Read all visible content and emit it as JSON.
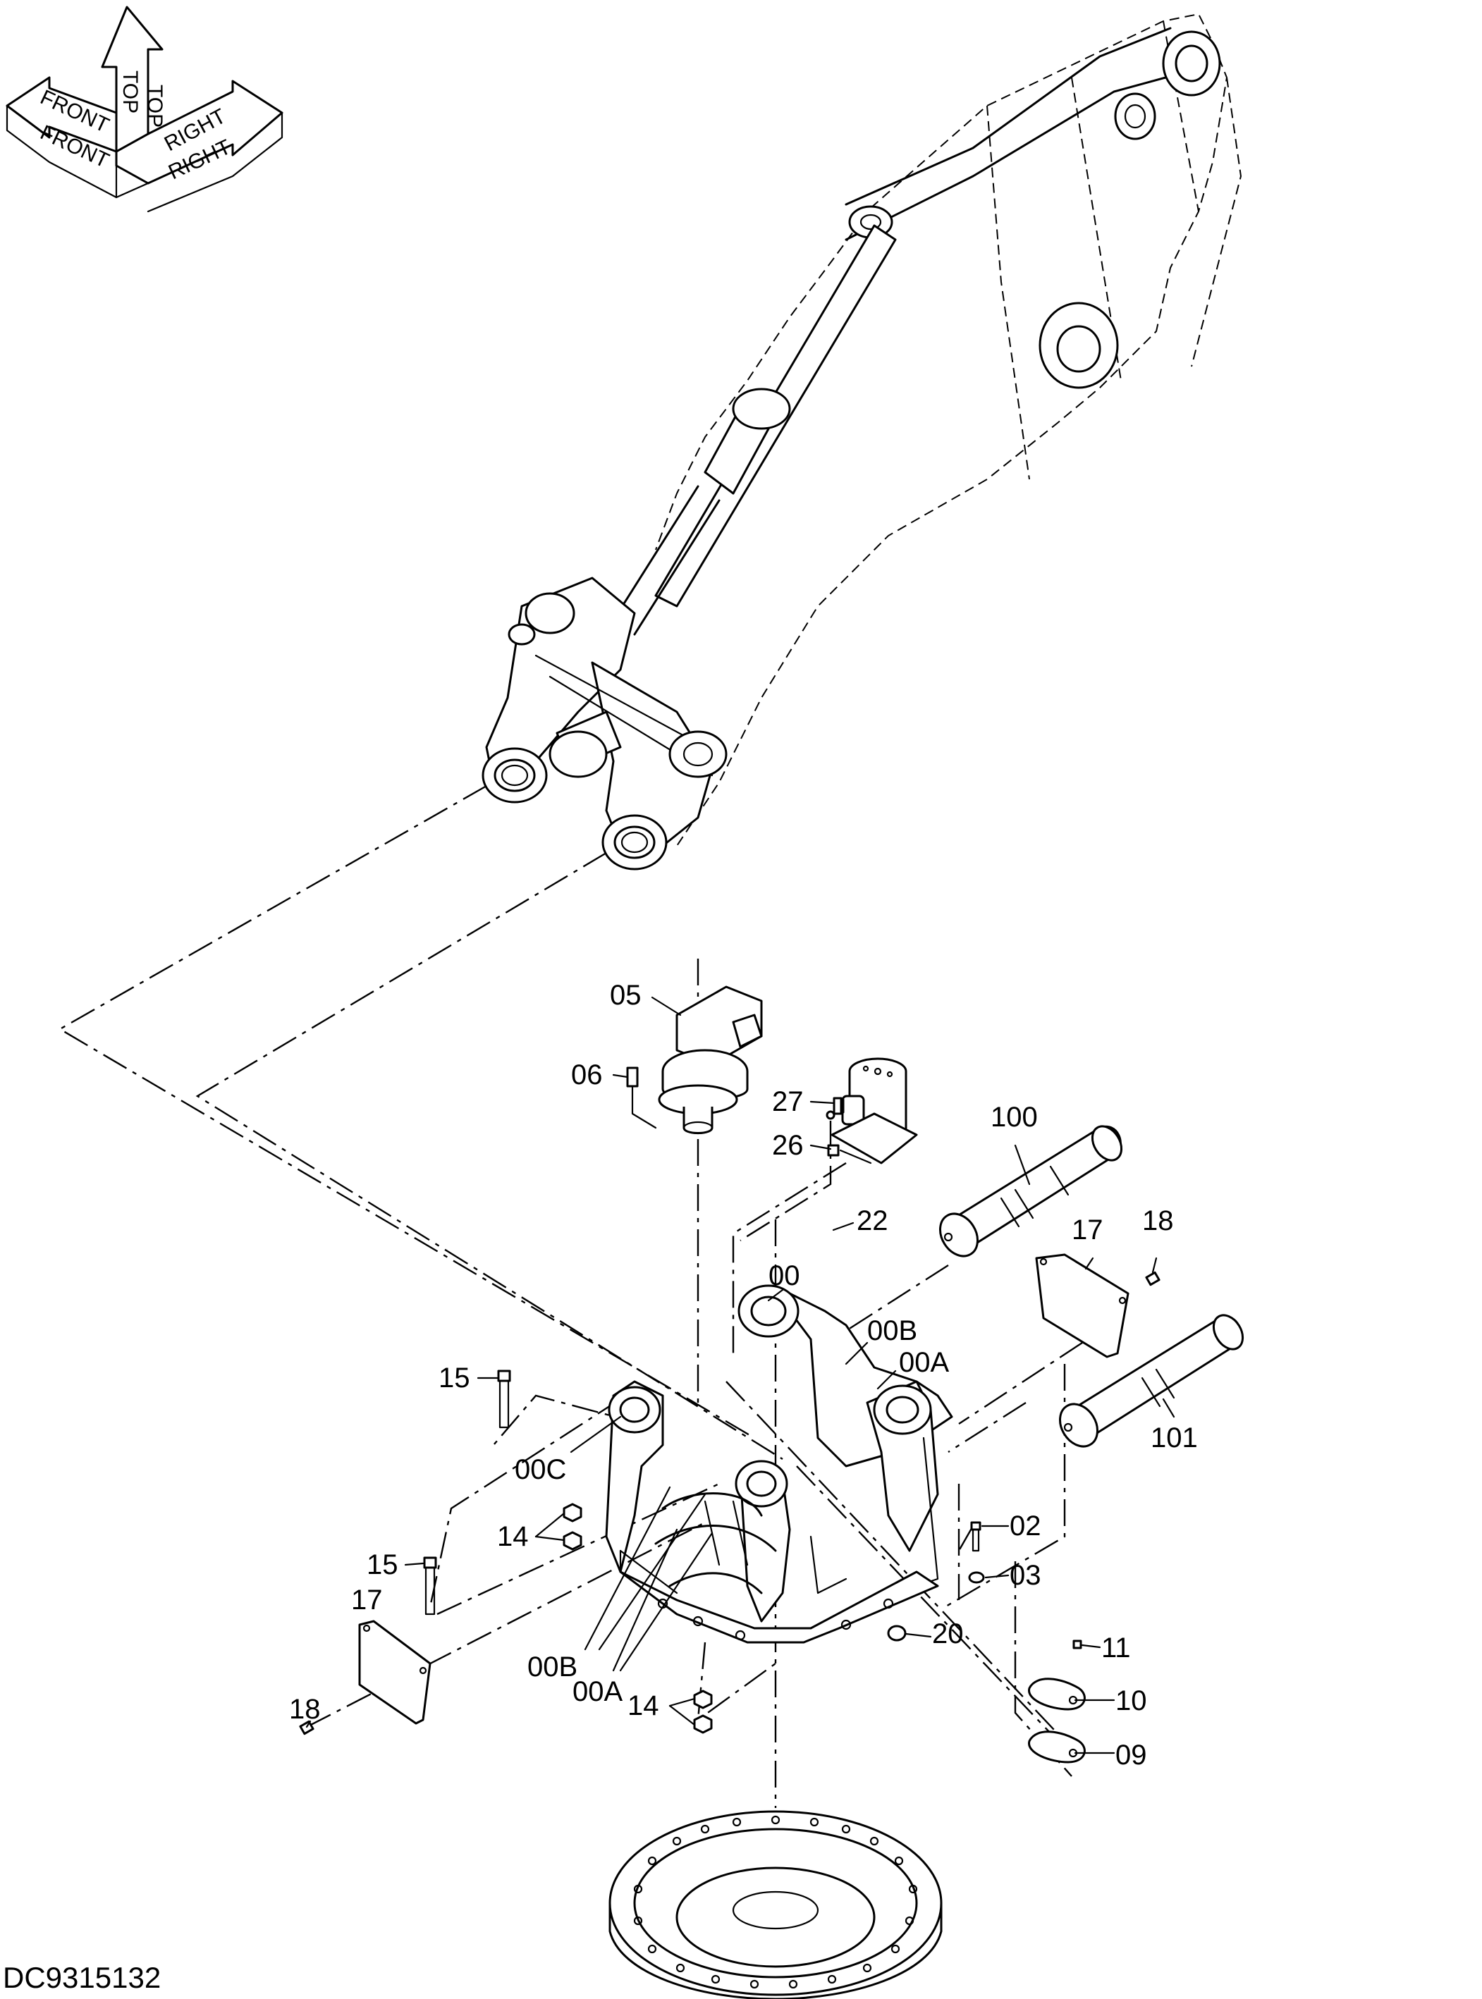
{
  "drawing_number": "DC9315132",
  "orientation_arrow": {
    "labels": [
      "FRONT",
      "FRONT",
      "TOP",
      "TOP",
      "RIGHT",
      "RIGHT"
    ]
  },
  "callouts": [
    {
      "id": "c-05",
      "text": "05"
    },
    {
      "id": "c-06",
      "text": "06"
    },
    {
      "id": "c-27",
      "text": "27"
    },
    {
      "id": "c-26",
      "text": "26"
    },
    {
      "id": "c-100",
      "text": "100"
    },
    {
      "id": "c-22",
      "text": "22"
    },
    {
      "id": "c-17a",
      "text": "17"
    },
    {
      "id": "c-18a",
      "text": "18"
    },
    {
      "id": "c-00",
      "text": "00"
    },
    {
      "id": "c-00B-top",
      "text": "00B"
    },
    {
      "id": "c-00A-top",
      "text": "00A"
    },
    {
      "id": "c-15a",
      "text": "15"
    },
    {
      "id": "c-101",
      "text": "101"
    },
    {
      "id": "c-00C",
      "text": "00C"
    },
    {
      "id": "c-02",
      "text": "02"
    },
    {
      "id": "c-14a",
      "text": "14"
    },
    {
      "id": "c-03",
      "text": "03"
    },
    {
      "id": "c-15b",
      "text": "15"
    },
    {
      "id": "c-17b",
      "text": "17"
    },
    {
      "id": "c-20",
      "text": "20"
    },
    {
      "id": "c-11",
      "text": "11"
    },
    {
      "id": "c-00B-bot",
      "text": "00B"
    },
    {
      "id": "c-00A-bot",
      "text": "00A"
    },
    {
      "id": "c-10",
      "text": "10"
    },
    {
      "id": "c-14b",
      "text": "14"
    },
    {
      "id": "c-18b",
      "text": "18"
    },
    {
      "id": "c-09",
      "text": "09"
    }
  ]
}
